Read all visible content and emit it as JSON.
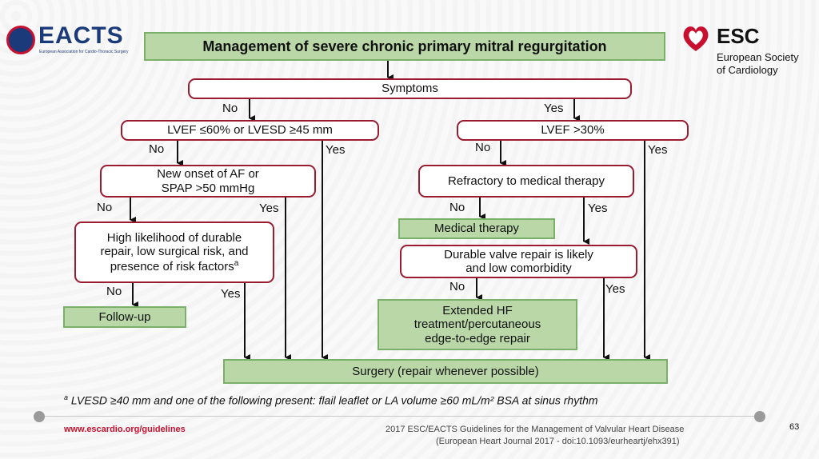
{
  "header": {
    "eacts_logo": "EACTS",
    "eacts_sub": "European Association for Cardio-Thoracic Surgery",
    "esc_logo": "ESC",
    "esc_sub1": "European Society",
    "esc_sub2": "of Cardiology"
  },
  "title": "Management of severe chronic primary mitral regurgitation",
  "nodes": {
    "symptoms": "Symptoms",
    "lvef60": "LVEF ≤60% or LVESD ≥45 mm",
    "lvef30": "LVEF >30%",
    "af_line1": "New onset of AF or",
    "af_line2": "SPAP >50 mmHg",
    "hl_line1": "High likelihood of durable",
    "hl_line2": "repair, low surgical risk, and",
    "hl_line3": "presence of risk factors",
    "hl_sup": "a",
    "refractory": "Refractory to medical therapy",
    "medical": "Medical therapy",
    "dv_line1": "Durable valve repair is likely",
    "dv_line2": "and low comorbidity",
    "ext_line1": "Extended HF",
    "ext_line2": "treatment/percutaneous",
    "ext_line3": "edge-to-edge repair",
    "followup": "Follow-up",
    "surgery": "Surgery (repair whenever possible)"
  },
  "labels": {
    "no": "No",
    "yes": "Yes"
  },
  "footnote": {
    "sup": "a",
    "text": " LVESD ≥40 mm and one of the following present: flail leaflet or LA volume ≥60 mL/m² BSA at sinus rhythm"
  },
  "footer": {
    "url": "www.escardio.org/guidelines",
    "ref1": "2017 ESC/EACTS Guidelines for the Management of Valvular Heart Disease",
    "ref2": "(European Heart Journal 2017 - doi:10.1093/eurheartj/ehx391)",
    "page": "63"
  },
  "colors": {
    "green_fill": "#b9d7a7",
    "green_border": "#7ab06a",
    "red_border": "#9b1b30",
    "esc_red": "#c8102e",
    "eacts_blue": "#1b3a7a"
  }
}
